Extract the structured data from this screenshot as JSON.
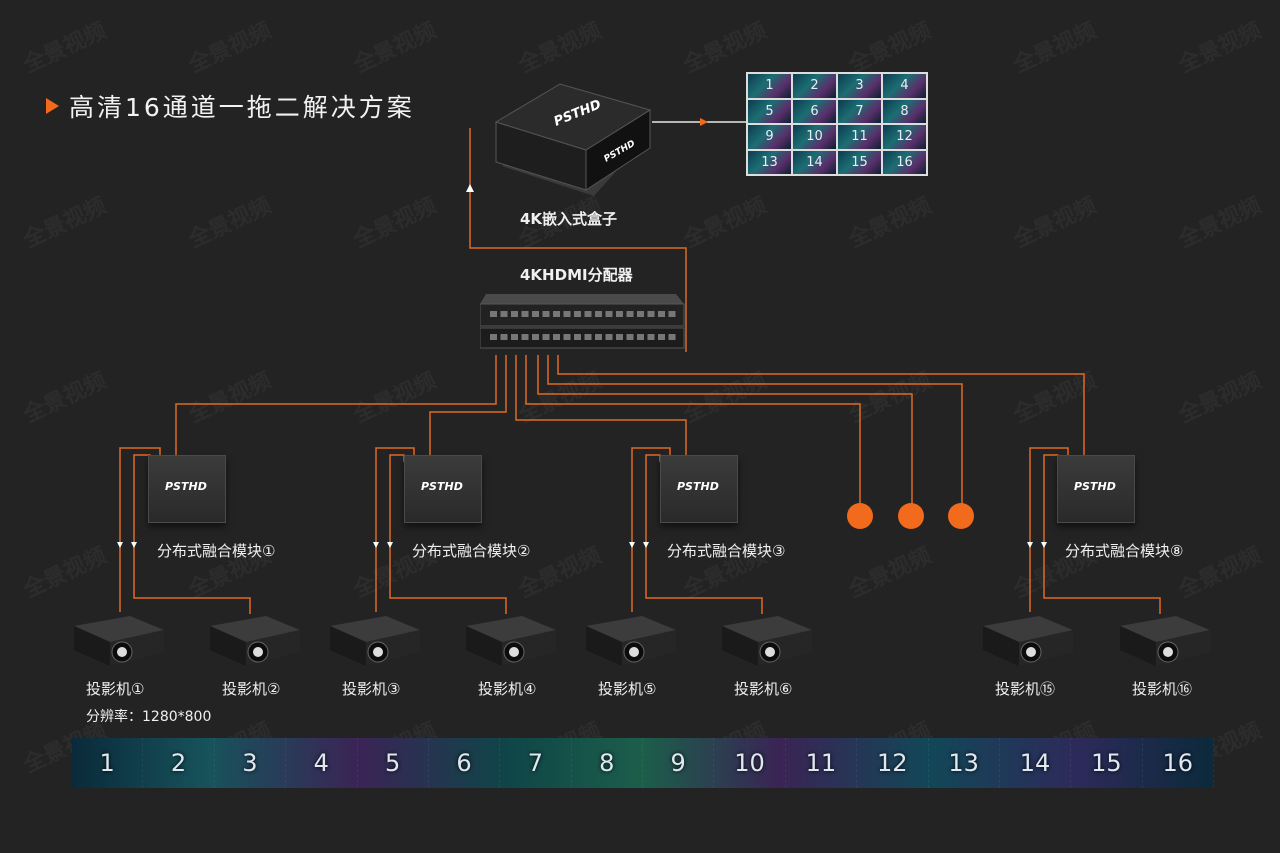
{
  "title": "高清16通道一拖二解决方案",
  "labels": {
    "box": "4K嵌入式盒子",
    "splitter": "4KHDMI分配器",
    "module1": "分布式融合模块①",
    "module2": "分布式融合模块②",
    "module3": "分布式融合模块③",
    "module8": "分布式融合模块⑧",
    "projectors": [
      "投影机①",
      "投影机②",
      "投影机③",
      "投影机④",
      "投影机⑤",
      "投影机⑥",
      "投影机⑮",
      "投影机⑯"
    ],
    "resolution": "分辨率：1280*800"
  },
  "brand": "PSTHD",
  "wall_cells": [
    "1",
    "2",
    "3",
    "4",
    "5",
    "6",
    "7",
    "8",
    "9",
    "10",
    "11",
    "12",
    "13",
    "14",
    "15",
    "16"
  ],
  "strip_cells": [
    "1",
    "2",
    "3",
    "4",
    "5",
    "6",
    "7",
    "8",
    "9",
    "10",
    "11",
    "12",
    "13",
    "14",
    "15",
    "16"
  ],
  "watermark": "全景视频",
  "colors": {
    "accent": "#f26a1b",
    "background": "#232323",
    "line": "#e06a25"
  }
}
